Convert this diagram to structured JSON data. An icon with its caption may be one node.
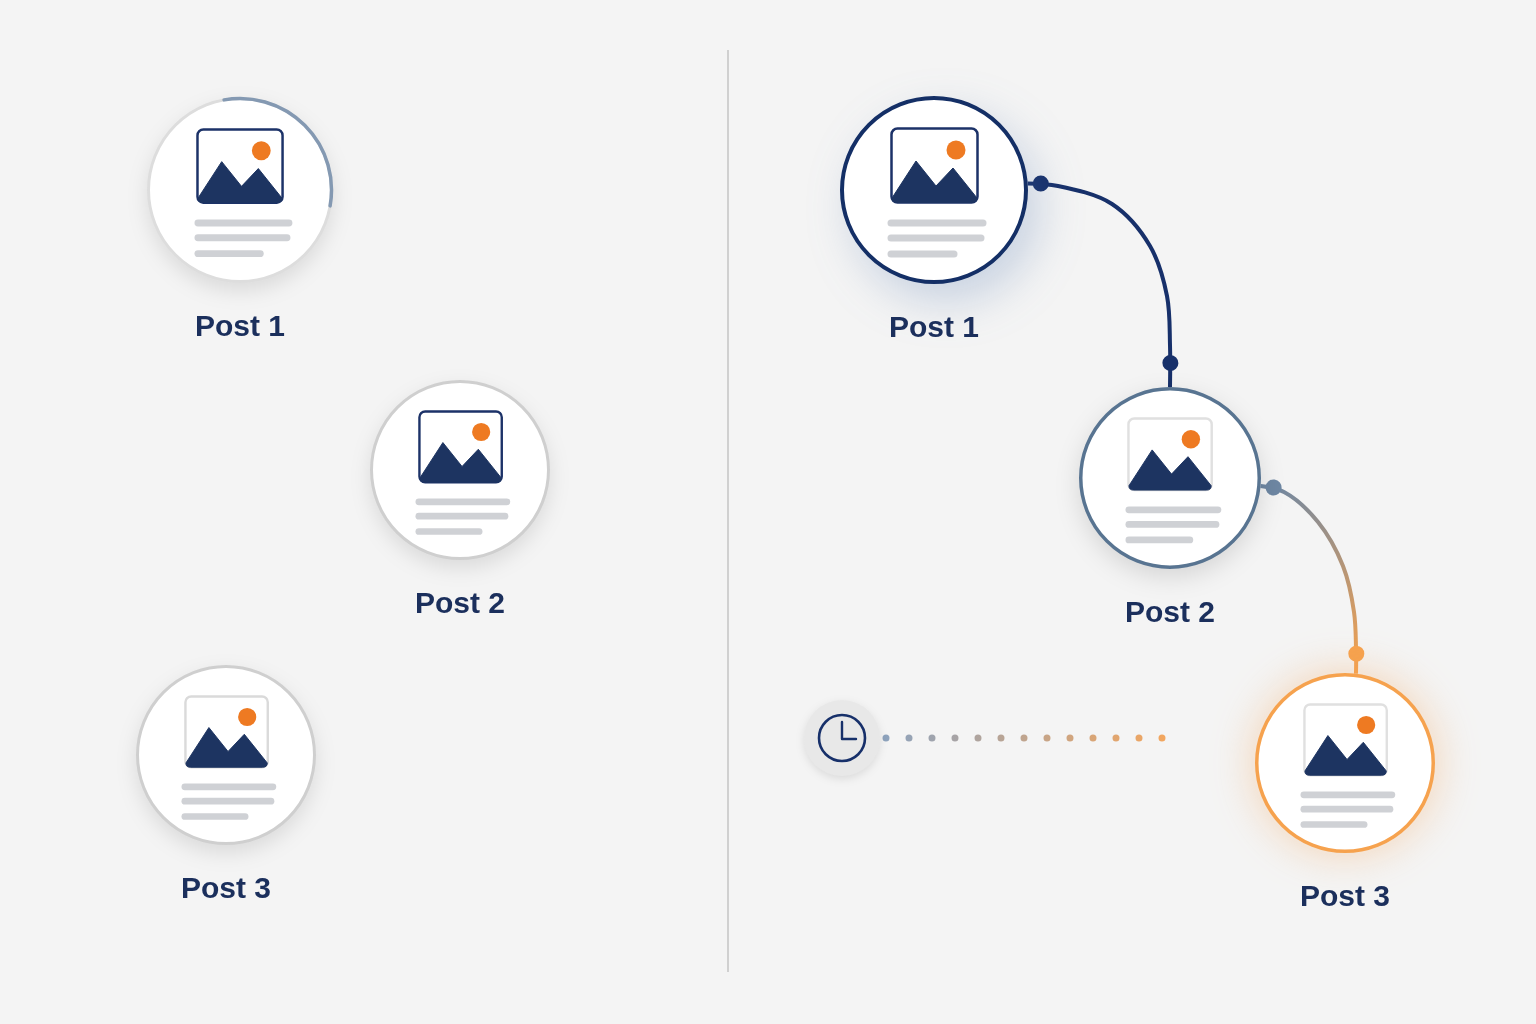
{
  "diagram": {
    "nodes": [
      {
        "text": [
          "Post 1"
        ]
      },
      {
        "text": [
          "Post 2"
        ]
      },
      {
        "text": [
          "Post 3"
        ]
      },
      {
        "text": [
          "Post 1"
        ]
      },
      {
        "text": [
          "Post 2"
        ]
      },
      {
        "text": [
          "Post 3"
        ]
      },
      {
        "text": [],
        "shape": "circle"
      }
    ],
    "edges": [
      {
        "from": 3,
        "to": 4,
        "arrow": "other"
      },
      {
        "from": 4,
        "to": 5,
        "arrow": "other",
        "color": "#f6a24e"
      },
      {
        "from": 6,
        "to": null,
        "arrow": "none",
        "style": "dashed",
        "color": "#f5a65c"
      }
    ]
  }
}
